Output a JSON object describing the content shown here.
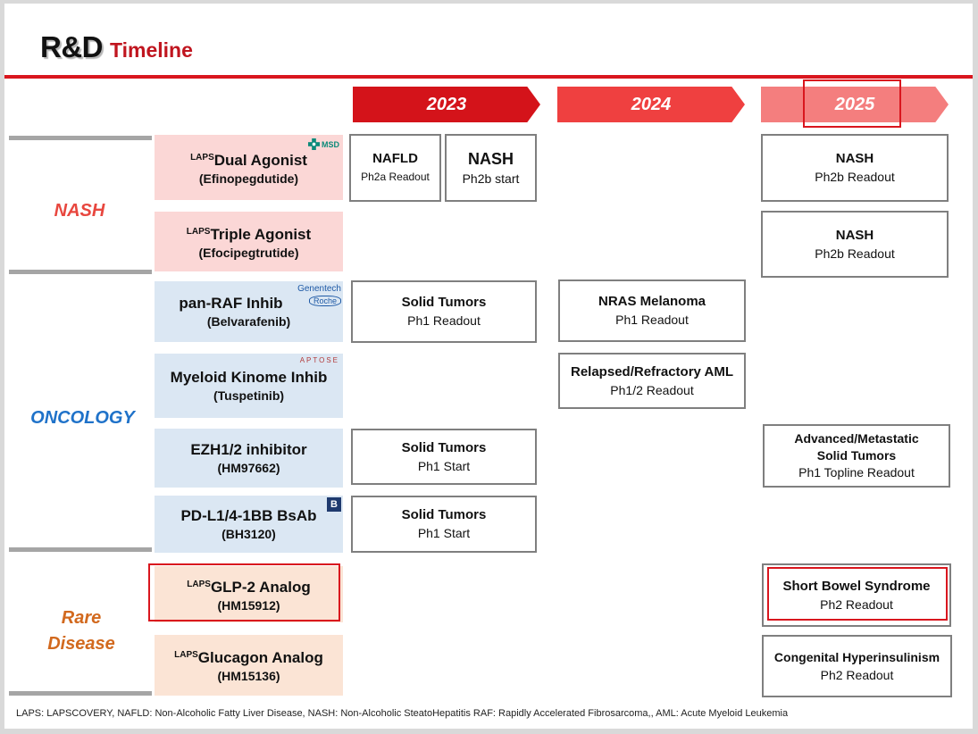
{
  "title": {
    "main": "R&D",
    "sub": "Timeline"
  },
  "years": [
    "2023",
    "2024",
    "2025"
  ],
  "categories": {
    "nash": "NASH",
    "oncology": "ONCOLOGY",
    "rare_line1": "Rare",
    "rare_line2": "Disease"
  },
  "colors": {
    "red": "#d9161e",
    "arrow_2023": "#d4131a",
    "arrow_2024": "#ef4040",
    "arrow_2025": "#f47e7e",
    "nash_text": "#e8473f",
    "oncology_text": "#1f72c9",
    "rare_text": "#d2691e"
  },
  "programs": [
    {
      "prefix": "LAPS",
      "name": "Dual Agonist",
      "code": "(Efinopegdutide)",
      "logo": "MSD",
      "logo_icon": "msd-logo-icon"
    },
    {
      "prefix": "LAPS",
      "name": "Triple Agonist",
      "code": "(Efocipegtrutide)"
    },
    {
      "name": "pan-RAF Inhib",
      "code": "(Belvarafenib)",
      "logo_line1": "Genentech",
      "logo_line2": "Roche"
    },
    {
      "name": "Myeloid Kinome Inhib",
      "code": "(Tuspetinib)",
      "logo": "APTOSE"
    },
    {
      "name": "EZH1/2 inhibitor",
      "code": "(HM97662)"
    },
    {
      "name": "PD-L1/4-1BB BsAb",
      "code": "(BH3120)",
      "badge": "B"
    },
    {
      "prefix": "LAPS",
      "name": "GLP-2 Analog",
      "code": "(HM15912)"
    },
    {
      "prefix": "LAPS",
      "name": "Glucagon Analog",
      "code": "(HM15136)"
    }
  ],
  "milestones": {
    "m1": {
      "title": "NAFLD",
      "sub": "Ph2a Readout"
    },
    "m2": {
      "title": "NASH",
      "sub": "Ph2b start"
    },
    "m3": {
      "title": "NASH",
      "sub": "Ph2b Readout"
    },
    "m4": {
      "title": "NASH",
      "sub": "Ph2b Readout"
    },
    "m5": {
      "title": "Solid Tumors",
      "sub": "Ph1  Readout"
    },
    "m6": {
      "title": "NRAS Melanoma",
      "sub": "Ph1  Readout"
    },
    "m7": {
      "title": "Relapsed/Refractory AML",
      "sub": "Ph1/2 Readout"
    },
    "m8": {
      "title": "Solid Tumors",
      "sub": "Ph1 Start"
    },
    "m9": {
      "title_line1": "Advanced/Metastatic",
      "title_line2": "Solid Tumors",
      "sub": "Ph1 Topline Readout"
    },
    "m10": {
      "title": "Solid Tumors",
      "sub": "Ph1 Start"
    },
    "m11": {
      "title": "Short Bowel Syndrome",
      "sub": "Ph2 Readout"
    },
    "m12": {
      "title": "Congenital Hyperinsulinism",
      "sub": "Ph2 Readout"
    }
  },
  "footnote": "LAPS: LAPSCOVERY, NAFLD: Non-Alcoholic Fatty Liver Disease, NASH: Non-Alcoholic SteatoHepatitis RAF: Rapidly Accelerated Fibrosarcoma,, AML: Acute Myeloid Leukemia"
}
